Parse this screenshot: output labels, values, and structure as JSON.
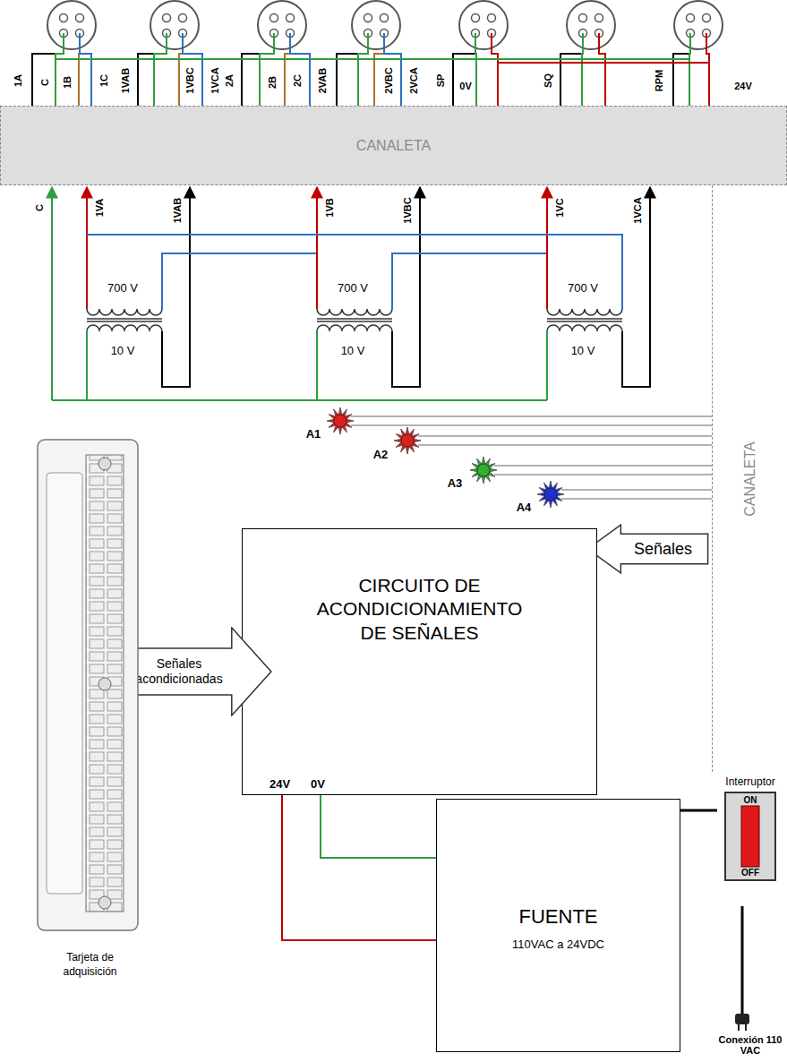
{
  "diagram": {
    "nodes": [
      {
        "text": [
          "CANALETA"
        ]
      },
      {
        "text": [
          "CANALETA"
        ]
      },
      {
        "text": [
          "Señales"
        ]
      },
      {
        "text": [
          "CIRCUITO DE ACONDICIONAMIENTO DE SEÑALES",
          "24V",
          "0V"
        ]
      },
      {
        "text": [
          "Señales acondicionadas"
        ]
      },
      {
        "text": [
          "Tarjeta de adquisición"
        ]
      },
      {
        "text": [
          "FUENTE",
          "110VAC a 24VDC"
        ]
      },
      {
        "text": [
          "Interruptor",
          "ON",
          "OFF"
        ]
      }
    ],
    "edges": [
      {
        "from": 3,
        "to": 6,
        "arrow": "none"
      },
      {
        "from": 3,
        "to": 6,
        "arrow": "none"
      },
      {
        "from": 7,
        "to": 6,
        "arrow": "none"
      }
    ],
    "labels": [
      "1A",
      "C",
      "1B",
      "1C",
      "1VAB",
      "1VBC",
      "1VCA",
      "2A",
      "2B",
      "2C",
      "2VAB",
      "2VBC",
      "2VCA",
      "SP",
      "0V",
      "SQ",
      "RPM",
      "24V",
      "C",
      "1VA",
      "1VAB",
      "1VB",
      "1VBC",
      "1VC",
      "1VCA",
      "700 V",
      "10 V",
      "700 V",
      "10 V",
      "700 V",
      "10 V",
      "A1",
      "A2",
      "A3",
      "A4",
      "Conexión 110 VAC"
    ]
  }
}
